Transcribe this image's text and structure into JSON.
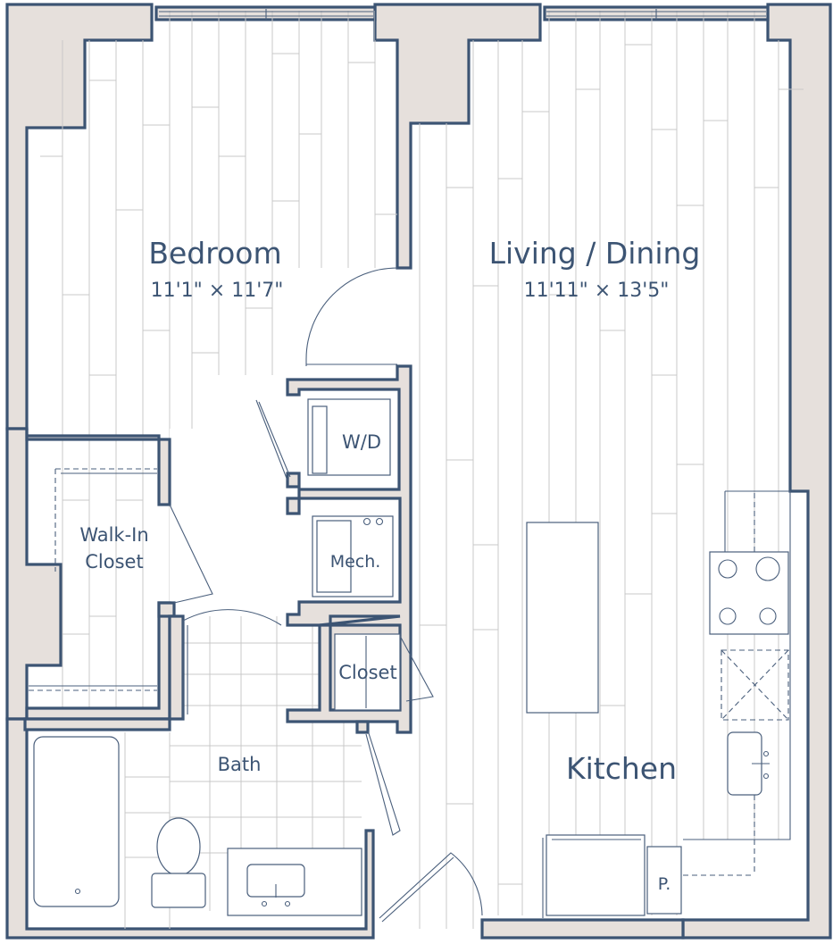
{
  "rooms": {
    "bedroom": {
      "name": "Bedroom",
      "dims": "11'1\" × 11'7\""
    },
    "living": {
      "name": "Living / Dining",
      "dims": "11'11\" × 13'5\""
    },
    "walkin_line1": "Walk-In",
    "walkin_line2": "Closet",
    "wd": "W/D",
    "mech": "Mech.",
    "closet": "Closet",
    "bath": "Bath",
    "kitchen": "Kitchen",
    "pantry": "P."
  },
  "colors": {
    "wall_fill": "#e6e0dc",
    "wall_stroke": "#3c5473",
    "label": "#3c5473",
    "floor_lines": "#c9c9c9"
  }
}
